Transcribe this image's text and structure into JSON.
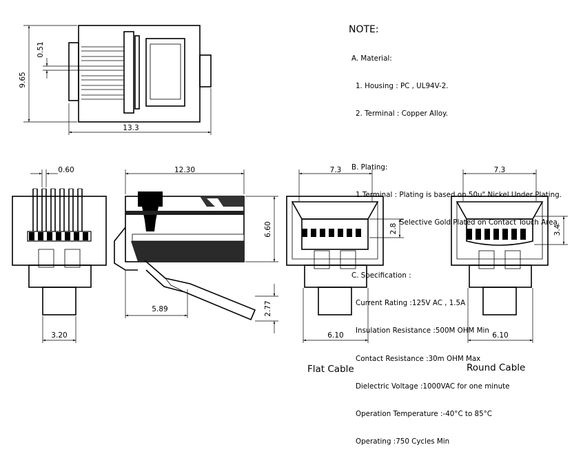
{
  "notes": {
    "title": "NOTE:",
    "material_heading": "A. Material:",
    "material_1": "1. Housing : PC , UL94V-2.",
    "material_2": "2. Terminal : Copper Alloy.",
    "plating_heading": "B. Plating:",
    "plating_1": "1.Terminal : Plating is based on 50u\" Nickel Under Plating.",
    "plating_2": "Selective Gold Plated on Contact Touch Area.",
    "spec_heading": "C. Specification :",
    "spec_1": "Current Rating :125V AC , 1.5A",
    "spec_2": "Insulation Resistance :500M OHM Min",
    "spec_3": "Contact Resistance :30m OHM Max",
    "spec_4": "Dielectric Voltage :1000VAC for one minute",
    "spec_5": "Operation Temperature :-40°C to 85°C",
    "spec_6": "Operating :750 Cycles Min"
  },
  "dimensions": {
    "top_height": "9.65",
    "top_pitch": "0.51",
    "top_length": "13.3",
    "front_pitch": "0.60",
    "front_bottom": "3.20",
    "side_length": "12.30",
    "side_height": "6.60",
    "side_latch": "5.89",
    "side_latch_h": "2.77",
    "flat_width": "7.3",
    "flat_inner": "2.8",
    "flat_bottom": "6.10",
    "round_width": "7.3",
    "round_inner": "3.4",
    "round_bottom": "6.10"
  },
  "captions": {
    "flat": "Flat Cable",
    "round": "Round Cable"
  }
}
